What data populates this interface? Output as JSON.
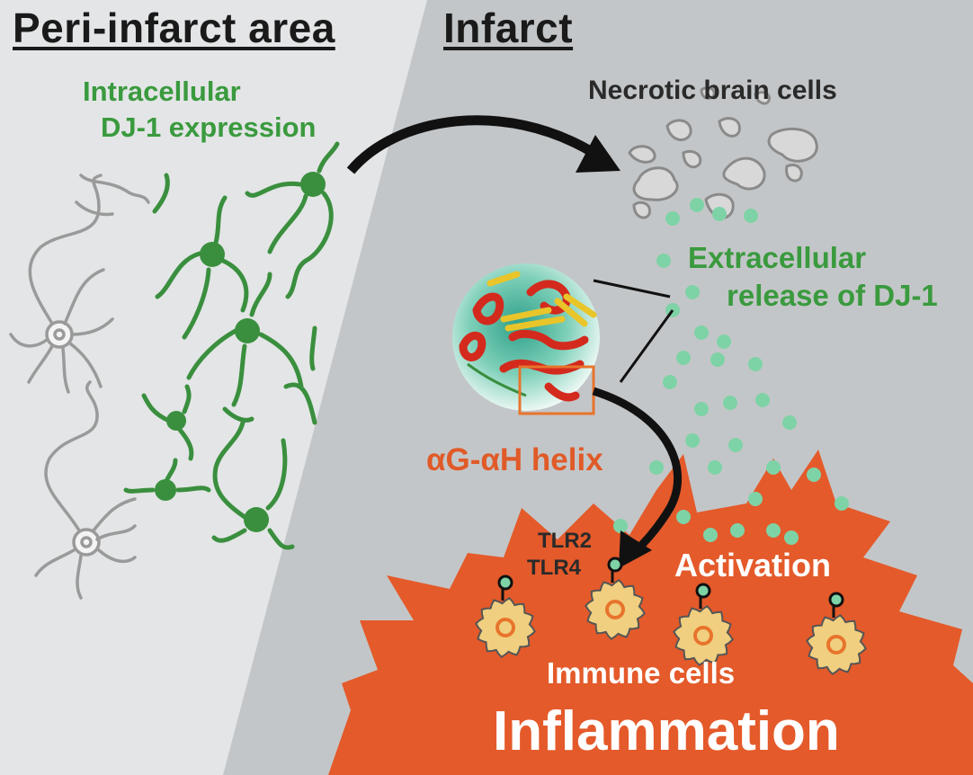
{
  "headers": {
    "peri_infarct": "Peri-infarct area",
    "infarct": "Infarct"
  },
  "labels": {
    "intracellular_line1": "Intracellular",
    "intracellular_line2": "DJ-1 expression",
    "necrotic": "Necrotic brain cells",
    "extracellular_line1": "Extracellular",
    "extracellular_line2": "release of DJ-1",
    "helix": "αG-αH helix",
    "tlr2": "TLR2",
    "tlr4": "TLR4",
    "activation": "Activation",
    "immune_cells": "Immune cells",
    "inflammation": "Inflammation"
  },
  "colors": {
    "peri_background": "#e3e5e6",
    "infarct_background": "#c3c6c8",
    "neuron_gray": "#9a9a9a",
    "neuron_green": "#3a8f3e",
    "dj1_dot": "#7ed3a6",
    "inflammation_orange": "#e45a2a",
    "immune_cell": "#f0cf80",
    "helix_red": "#d42a1e",
    "sheet_yellow": "#e9c52a",
    "helix_box": "#e8742c"
  }
}
